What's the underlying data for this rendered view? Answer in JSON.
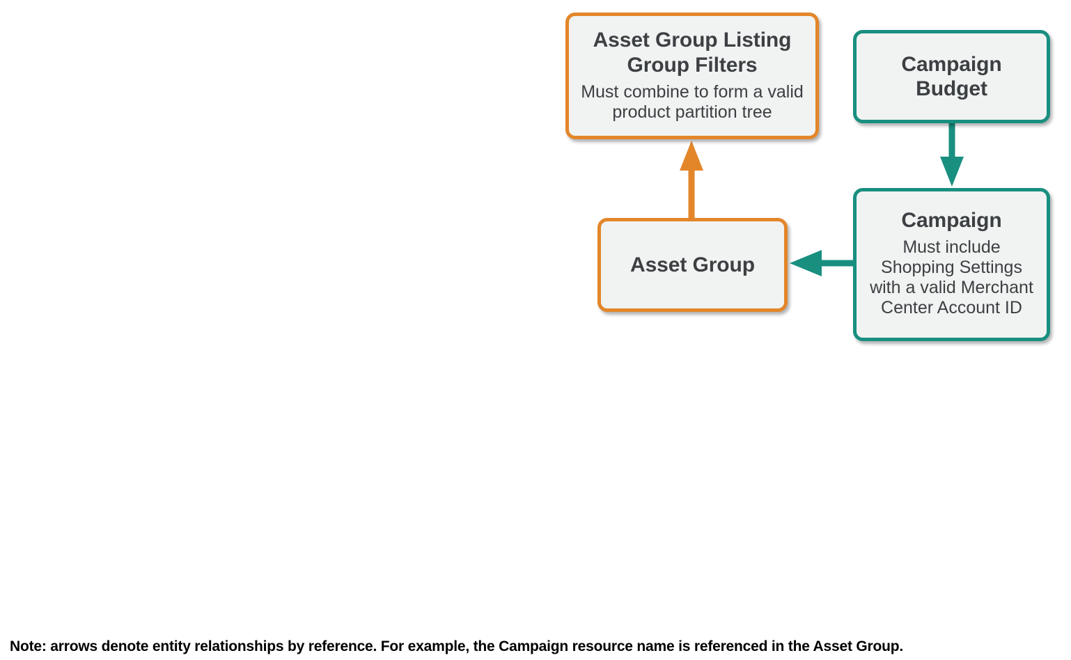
{
  "diagram": {
    "colors": {
      "orange": "#e3862a",
      "teal": "#198f80",
      "node_fill": "#f1f3f2",
      "text": "#3c4043",
      "note_text": "#000000",
      "background": "#ffffff"
    },
    "nodes": [
      {
        "id": "asset-group-listing-group-filters",
        "title": "Asset Group Listing\nGroup Filters",
        "subtitle": "Must combine to form a valid\nproduct partition tree",
        "accent": "orange"
      },
      {
        "id": "campaign-budget",
        "title": "Campaign\nBudget",
        "subtitle": "",
        "accent": "teal"
      },
      {
        "id": "asset-group",
        "title": "Asset Group",
        "subtitle": "",
        "accent": "orange"
      },
      {
        "id": "campaign",
        "title": "Campaign",
        "subtitle": "Must include\nShopping Settings\nwith a valid Merchant\nCenter Account ID",
        "accent": "teal"
      }
    ],
    "arrows": [
      {
        "id": "asset-group-to-listing-group-filters",
        "from": "asset-group",
        "to": "asset-group-listing-group-filters",
        "direction": "up",
        "color": "orange"
      },
      {
        "id": "campaign-budget-to-campaign",
        "from": "campaign-budget",
        "to": "campaign",
        "direction": "down",
        "color": "teal"
      },
      {
        "id": "campaign-to-asset-group",
        "from": "campaign",
        "to": "asset-group",
        "direction": "left",
        "color": "teal"
      }
    ],
    "note": "Note: arrows denote entity relationships by reference. For example, the Campaign resource name is referenced in the Asset Group."
  }
}
